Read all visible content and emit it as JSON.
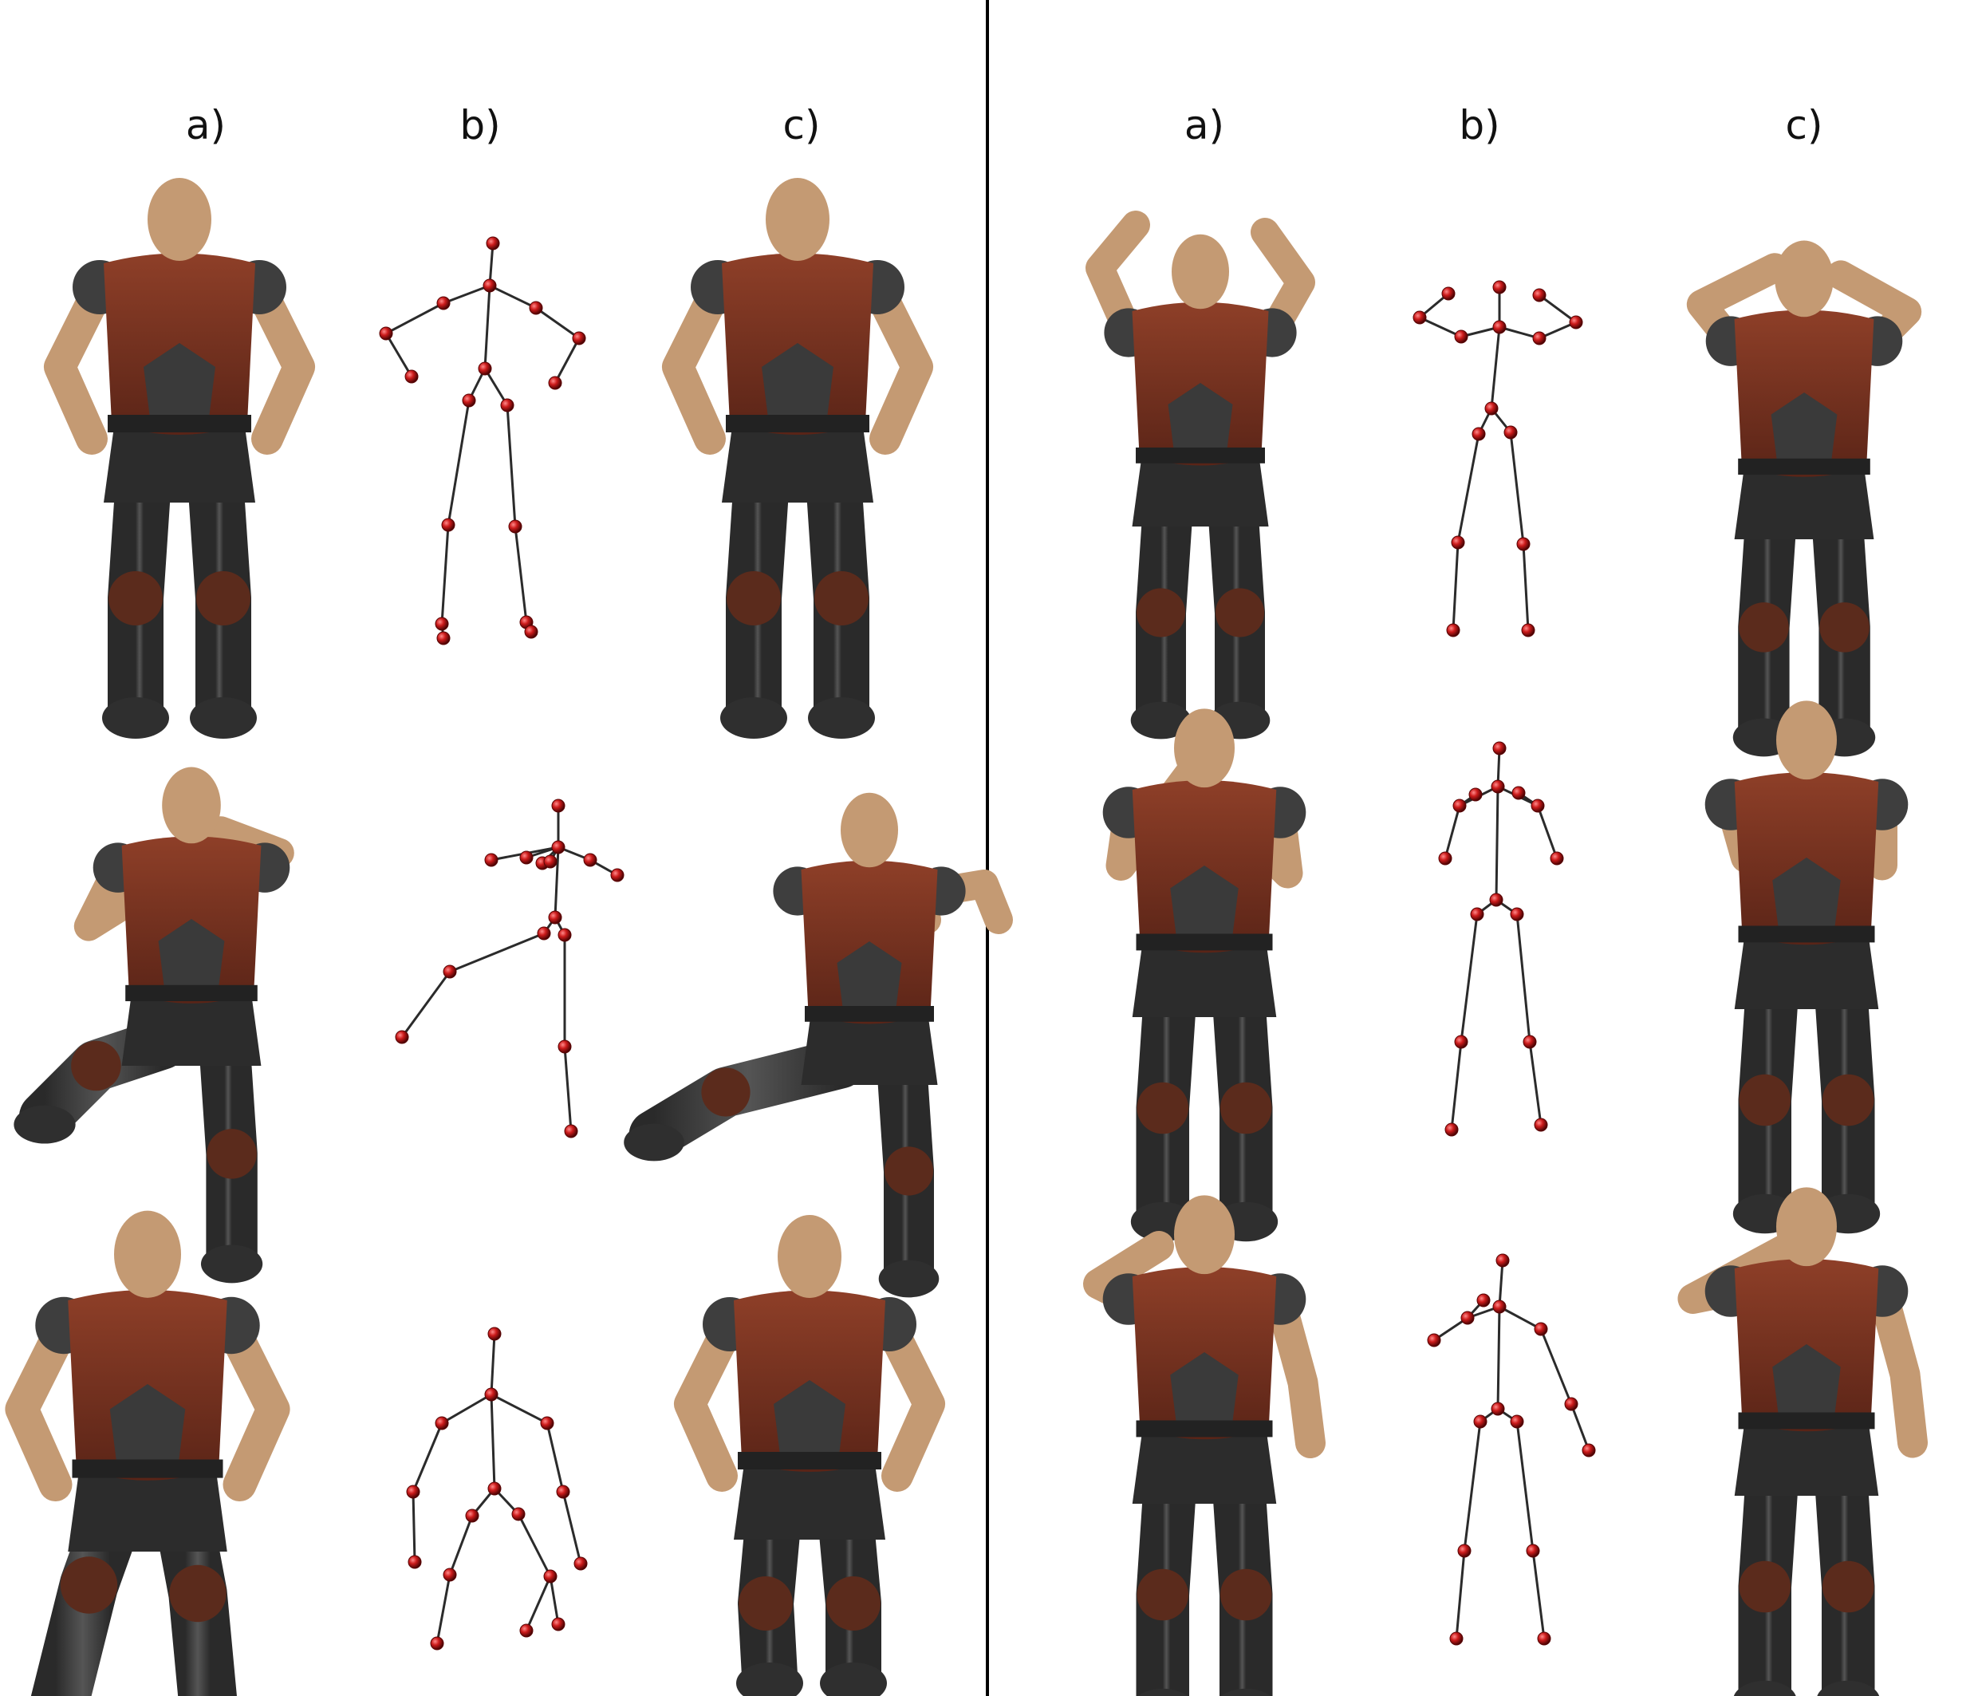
{
  "panels": [
    {
      "id": "left",
      "labels": [
        "a)",
        "b)",
        "c)"
      ]
    },
    {
      "id": "right",
      "labels": [
        "a)",
        "b)",
        "c)"
      ]
    }
  ],
  "rows": 3,
  "colors": {
    "bone": "#2b2b2b",
    "joint": "#cc1b1b",
    "joint_dark": "#5a0505",
    "skin": "#c49a73",
    "vest": "#7a3422",
    "armor": "#3e3e3e",
    "divider": "#000000"
  }
}
